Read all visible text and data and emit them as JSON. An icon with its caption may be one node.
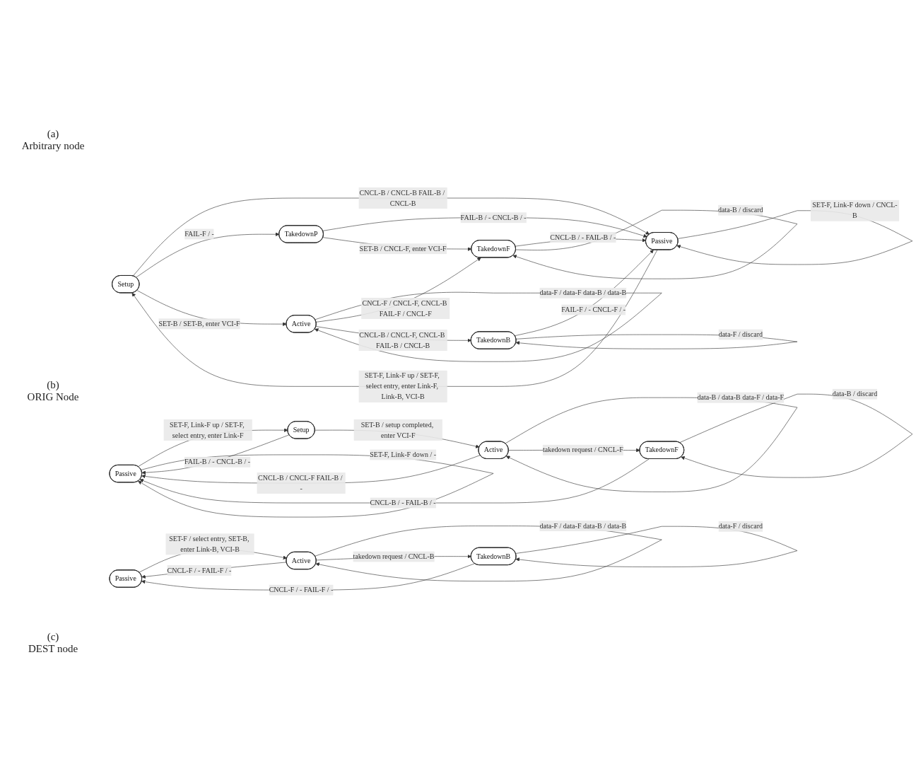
{
  "diagram": {
    "nodes": [
      {
        "text": [
          "Setup"
        ]
      },
      {
        "text": [
          "Passive"
        ]
      },
      {
        "text": [
          "TakedownP"
        ]
      },
      {
        "text": [
          "Active"
        ]
      },
      {
        "text": [
          "TakedownF"
        ]
      },
      {
        "text": [
          "TakedownB"
        ]
      },
      {
        "text": [
          "Passive"
        ]
      },
      {
        "text": [
          "Setup"
        ]
      },
      {
        "text": [
          "Active"
        ]
      },
      {
        "text": [
          "TakedownF"
        ]
      },
      {
        "text": [
          "Passive"
        ]
      },
      {
        "text": [
          "Active"
        ]
      },
      {
        "text": [
          "TakedownB"
        ]
      }
    ],
    "edges": [
      {
        "from": 1,
        "to": 0,
        "arrow": "to",
        "label": "SET-F, Link-F up / SET-F, select entry, enter Link-F, Link-B, VCI-B"
      },
      {
        "from": 0,
        "to": 1,
        "arrow": "to",
        "label": "CNCL-B / CNCL-B FAIL-B / CNCL-B"
      },
      {
        "from": 0,
        "to": 2,
        "arrow": "to",
        "label": "FAIL-F / -"
      },
      {
        "from": 0,
        "to": 3,
        "arrow": "to",
        "label": "SET-B / SET-B, enter VCI-F"
      },
      {
        "from": 3,
        "to": 3,
        "arrow": "to",
        "label": "data-F / data-F data-B / data-B"
      },
      {
        "from": 2,
        "to": 1,
        "arrow": "to",
        "label": "FAIL-B / - CNCL-B / -"
      },
      {
        "from": 1,
        "to": 1,
        "arrow": "to",
        "label": "SET-F, Link-F down / CNCL-B"
      },
      {
        "from": 2,
        "to": 4,
        "arrow": "to",
        "label": "SET-B / CNCL-F, enter VCI-F"
      },
      {
        "from": 4,
        "to": 1,
        "arrow": "to",
        "label": "CNCL-B / - FAIL-B / -"
      },
      {
        "from": 3,
        "to": 4,
        "arrow": "to",
        "label": "CNCL-F / CNCL-F, CNCL-B FAIL-F / CNCL-F"
      },
      {
        "from": 4,
        "to": 4,
        "arrow": "to",
        "label": "data-B / discard"
      },
      {
        "from": 5,
        "to": 1,
        "arrow": "to",
        "label": "FAIL-F / - CNCL-F / -"
      },
      {
        "from": 3,
        "to": 5,
        "arrow": "to",
        "label": "CNCL-B / CNCL-F, CNCL-B FAIL-B / CNCL-B"
      },
      {
        "from": 5,
        "to": 5,
        "arrow": "to",
        "label": "data-F / discard"
      },
      {
        "from": 6,
        "to": 7,
        "arrow": "to",
        "label": "SET-F, Link-F up / SET-F, select entry, enter Link-F"
      },
      {
        "from": 7,
        "to": 6,
        "arrow": "to",
        "label": "FAIL-B / - CNCL-B / -"
      },
      {
        "from": 6,
        "to": 6,
        "arrow": "to",
        "label": "SET-F, Link-F down / -"
      },
      {
        "from": 7,
        "to": 8,
        "arrow": "to",
        "label": "SET-B / setup completed, enter VCI-F"
      },
      {
        "from": 8,
        "to": 6,
        "arrow": "to",
        "label": "CNCL-B / CNCL-F FAIL-B / -"
      },
      {
        "from": 8,
        "to": 8,
        "arrow": "to",
        "label": "data-B / data-B data-F / data-F"
      },
      {
        "from": 9,
        "to": 6,
        "arrow": "to",
        "label": "CNCL-B / - FAIL-B / -"
      },
      {
        "from": 8,
        "to": 9,
        "arrow": "to",
        "label": "takedown request / CNCL-F"
      },
      {
        "from": 9,
        "to": 9,
        "arrow": "to",
        "label": "data-B / discard"
      },
      {
        "from": 10,
        "to": 11,
        "arrow": "to",
        "label": "SET-F / select entry, SET-B, enter Link-B, VCI-B"
      },
      {
        "from": 11,
        "to": 10,
        "arrow": "to",
        "label": "CNCL-F / - FAIL-F / -"
      },
      {
        "from": 11,
        "to": 11,
        "arrow": "to",
        "label": "data-F / data-F data-B / data-B"
      },
      {
        "from": 12,
        "to": 10,
        "arrow": "to",
        "label": "CNCL-F / - FAIL-F / -"
      },
      {
        "from": 11,
        "to": 12,
        "arrow": "to",
        "label": "takedown request / CNCL-B"
      },
      {
        "from": 12,
        "to": 12,
        "arrow": "to",
        "label": "data-F / discard"
      }
    ],
    "labels": [
      "(a)",
      "Arbitrary node",
      "(b)",
      "ORIG Node",
      "(c)",
      "DEST node"
    ]
  }
}
